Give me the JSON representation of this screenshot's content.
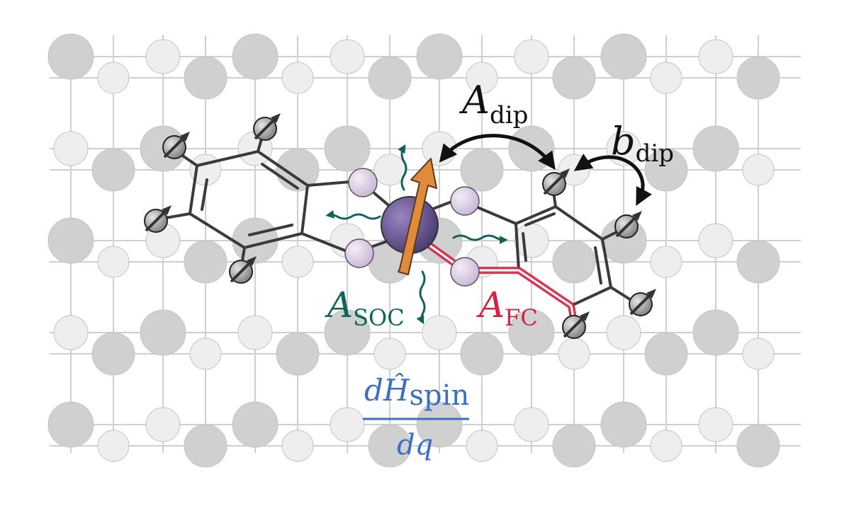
{
  "labels": {
    "a_dip": {
      "symbol": "A",
      "subscript": "dip"
    },
    "b_dip": {
      "symbol": "b",
      "subscript": "dip"
    },
    "a_soc": {
      "symbol": "A",
      "subscript": "SOC"
    },
    "a_fc": {
      "symbol": "A",
      "subscript": "FC"
    },
    "derivative": {
      "numerator": "dĤ",
      "numerator_sub": "spin",
      "denominator": "dq"
    }
  },
  "colors": {
    "lattice_line": "#cfcfcf",
    "lattice_atom_light": "#eeeeee",
    "lattice_atom_dark": "#d0d0d0",
    "bond": "#3a3a3e",
    "metal_center": "#5e4a86",
    "ligand_atom": "#ddd0e6",
    "spin_arrow": "#e08a3c",
    "a_dip_label": "#111111",
    "soc": "#0f6458",
    "fc": "#d42445",
    "derivative": "#3a6fc4",
    "nuclear_spin": "#9a9a9a"
  },
  "icons": [
    "electron-spin-arrow-icon",
    "nuclear-spin-icon",
    "vibration-wave-arrow-icon",
    "double-headed-curved-arrow-icon"
  ]
}
